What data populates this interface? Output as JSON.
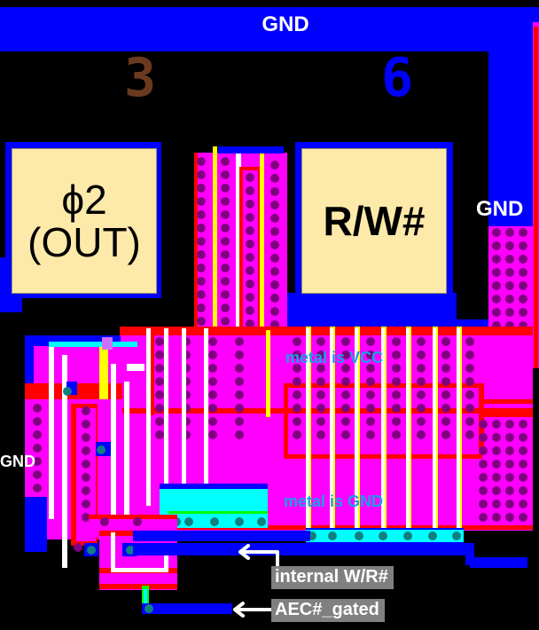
{
  "diagram": {
    "type": "chip-die-layout",
    "labels": {
      "gnd_top": "GND",
      "gnd_right": "GND",
      "gnd_left": "GND",
      "pad_number_left": "3",
      "pad_number_right": "6",
      "note_vcc": "metal is VCC",
      "note_gnd": "metal is GND"
    },
    "pads": [
      {
        "name": "phi2-out",
        "line1": "ϕ2",
        "line2": "(OUT)"
      },
      {
        "name": "rw",
        "line1": "R/W#",
        "line2": ""
      }
    ],
    "signals": [
      {
        "label": "internal W/R#",
        "direction": "left"
      },
      {
        "label": "AEC#_gated",
        "direction": "left"
      }
    ],
    "layer_colors": {
      "metal": "#0000ff",
      "diffusion": "#ff00ff",
      "polysilicon": "#ff0000",
      "buried": "#ffff00",
      "contact": "#800080",
      "via": "#00ffff",
      "pad": "#fde9a9",
      "background": "#000000"
    }
  }
}
